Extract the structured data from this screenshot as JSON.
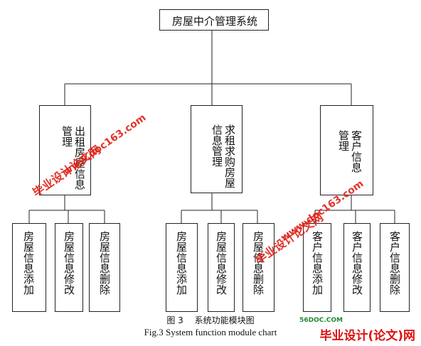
{
  "root": "房屋中介管理系统",
  "branches": [
    {
      "label": "出租房屋信息管理",
      "children": [
        "房屋信息添加",
        "房屋信息修改",
        "房屋信息删除"
      ]
    },
    {
      "label": "求租求购房屋信息管理",
      "children": [
        "房屋信息添加",
        "房屋信息修改",
        "房屋信息删除"
      ]
    },
    {
      "label": "客户信息管理",
      "children": [
        "客户信息添加",
        "客户信息修改",
        "客户信息删除"
      ]
    }
  ],
  "caption_cn": "图 3　 系统功能模块图",
  "caption_en": "Fig.3 System function module chart",
  "watermark_text": "毕业设计论文网",
  "watermark_url": "www.doc163.com",
  "logo": "毕业设计(论文)网",
  "logo_small": "56DOC.COM",
  "colors": {
    "watermark": "#e0241b",
    "line": "#222222"
  }
}
